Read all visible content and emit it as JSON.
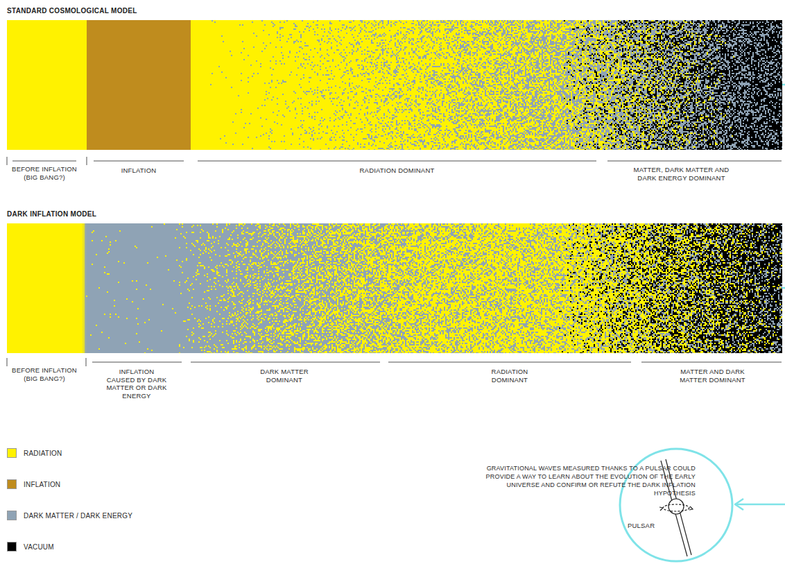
{
  "diagram": {
    "nodes": [
      {
        "text": [
          "STANDARD COSMOLOGICAL MODEL"
        ]
      },
      {
        "text": [
          "DARK INFLATION MODEL"
        ]
      },
      {
        "text": [
          "PULSAR"
        ]
      }
    ],
    "labels": [
      "BEFORE INFLATION (BIG BANG?)",
      "INFLATION",
      "RADIATION DOMINANT",
      "MATTER, DARK MATTER AND DARK ENERGY DOMINANT",
      "BEFORE INFLATION (BIG BANG?)",
      "INFLATION CAUSED BY DARK MATTER OR DARK ENERGY",
      "DARK MATTER DOMINANT",
      "RADIATION DOMINANT",
      "MATTER AND DARK MATTER DOMINANT",
      "GRAVITATIONAL WAVES MEASURED THANKS TO A PULSAR COULD PROVIDE A WAY TO LEARN ABOUT THE EVOLUTION OF THE EARLY UNIVERSE AND CONFIRM OR REFUTE THE DARK INFLATION HYPOTHESIS"
    ],
    "legend": [
      {
        "text": "RADIATION",
        "color": "#fff200"
      },
      {
        "text": "INFLATION",
        "color": "#bf8c1e"
      },
      {
        "text": "DARK MATTER / DARK ENERGY",
        "color": "#8fa3b5"
      },
      {
        "text": "VACUUM",
        "color": "#000000"
      }
    ]
  }
}
